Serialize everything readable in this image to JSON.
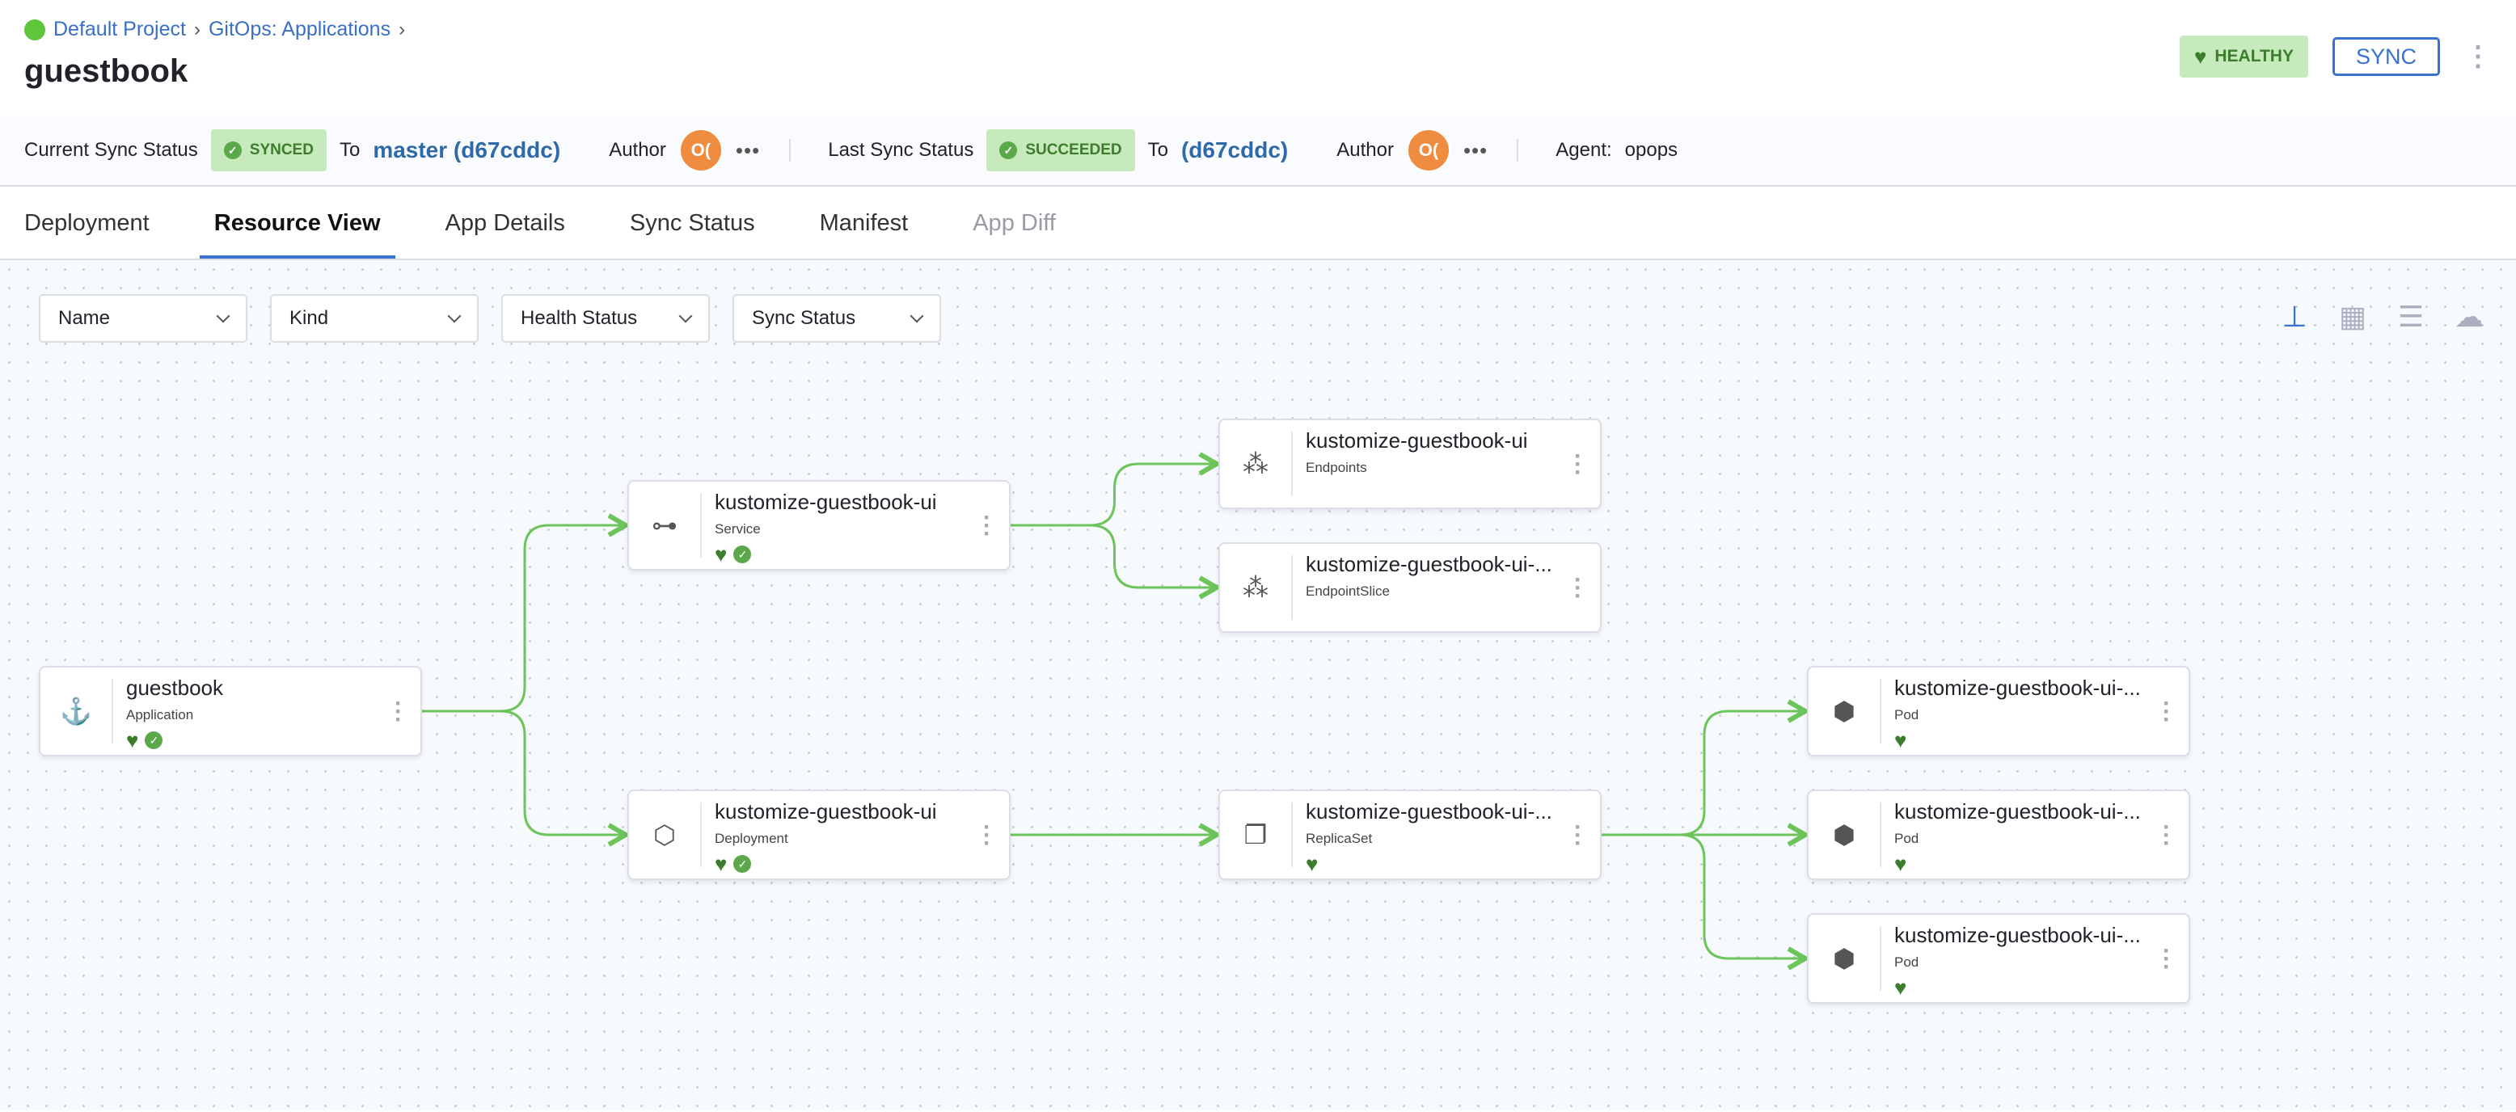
{
  "breadcrumb": [
    "Default Project",
    "GitOps: Applications"
  ],
  "title": "guestbook",
  "health_badge": "HEALTHY",
  "sync_button": "SYNC",
  "sync_bar": {
    "current_label": "Current Sync Status",
    "current_status": "SYNCED",
    "to1": "To",
    "current_revision": "master (d67cddc)",
    "author1": "Author",
    "author1_initials": "O(",
    "last_label": "Last Sync Status",
    "last_status": "SUCCEEDED",
    "to2": "To",
    "last_revision": "(d67cddc)",
    "author2": "Author",
    "author2_initials": "O(",
    "agent_label": "Agent:",
    "agent": "opops",
    "more": "•••"
  },
  "tabs": [
    "Deployment",
    "Resource View",
    "App Details",
    "Sync Status",
    "Manifest",
    "App Diff"
  ],
  "active_tab": "Resource View",
  "filters": [
    "Name",
    "Kind",
    "Health Status",
    "Sync Status"
  ],
  "view_modes": [
    "tree-view-icon",
    "grid-view-icon",
    "list-view-icon",
    "network-view-icon"
  ],
  "colors": {
    "healthy": "#3c7d2d",
    "synced": "#5aa84a",
    "edge": "#6cc45a",
    "accent": "#3a72d0"
  },
  "nodes": [
    {
      "name": "guestbook",
      "kind": "Application",
      "icon": "application-icon",
      "healthy": true,
      "synced": true
    },
    {
      "name": "kustomize-guestbook-ui",
      "kind": "Service",
      "icon": "service-icon",
      "healthy": true,
      "synced": true
    },
    {
      "name": "kustomize-guestbook-ui",
      "kind": "Deployment",
      "icon": "deployment-icon",
      "healthy": true,
      "synced": true
    },
    {
      "name": "kustomize-guestbook-ui",
      "kind": "Endpoints",
      "icon": "endpoints-icon",
      "healthy": false,
      "synced": false
    },
    {
      "name": "kustomize-guestbook-ui-...",
      "kind": "EndpointSlice",
      "icon": "endpointslice-icon",
      "healthy": false,
      "synced": false
    },
    {
      "name": "kustomize-guestbook-ui-...",
      "kind": "ReplicaSet",
      "icon": "replicaset-icon",
      "healthy": true,
      "synced": false
    },
    {
      "name": "kustomize-guestbook-ui-...",
      "kind": "Pod",
      "icon": "pod-icon",
      "healthy": true,
      "synced": false
    },
    {
      "name": "kustomize-guestbook-ui-...",
      "kind": "Pod",
      "icon": "pod-icon",
      "healthy": true,
      "synced": false
    },
    {
      "name": "kustomize-guestbook-ui-...",
      "kind": "Pod",
      "icon": "pod-icon",
      "healthy": true,
      "synced": false
    }
  ],
  "edges": [
    [
      0,
      1
    ],
    [
      0,
      2
    ],
    [
      1,
      3
    ],
    [
      1,
      4
    ],
    [
      2,
      5
    ],
    [
      5,
      6
    ],
    [
      5,
      7
    ],
    [
      5,
      8
    ]
  ]
}
